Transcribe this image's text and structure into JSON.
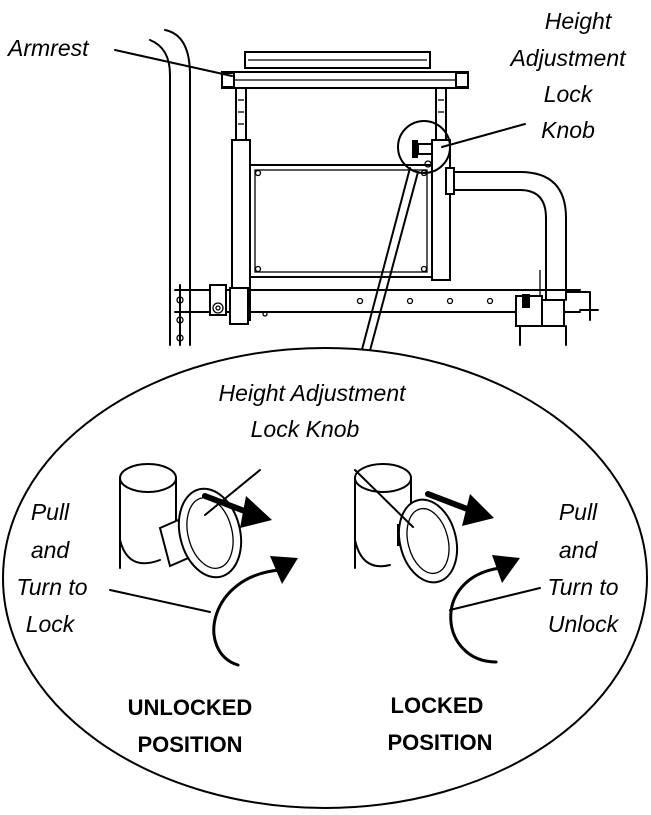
{
  "labels": {
    "armrest": "Armrest",
    "top_knob": [
      "Height",
      "Adjustment",
      "Lock",
      "Knob"
    ],
    "detail_knob": [
      "Height Adjustment",
      "Lock Knob"
    ],
    "pull_lock": [
      "Pull",
      "and",
      "Turn to",
      "Lock"
    ],
    "pull_unlock": [
      "Pull",
      "and",
      "Turn to",
      "Unlock"
    ],
    "unlocked": [
      "UNLOCKED",
      "POSITION"
    ],
    "locked": [
      "LOCKED",
      "POSITION"
    ]
  },
  "colors": {
    "ink": "#000000",
    "paper": "#ffffff"
  }
}
